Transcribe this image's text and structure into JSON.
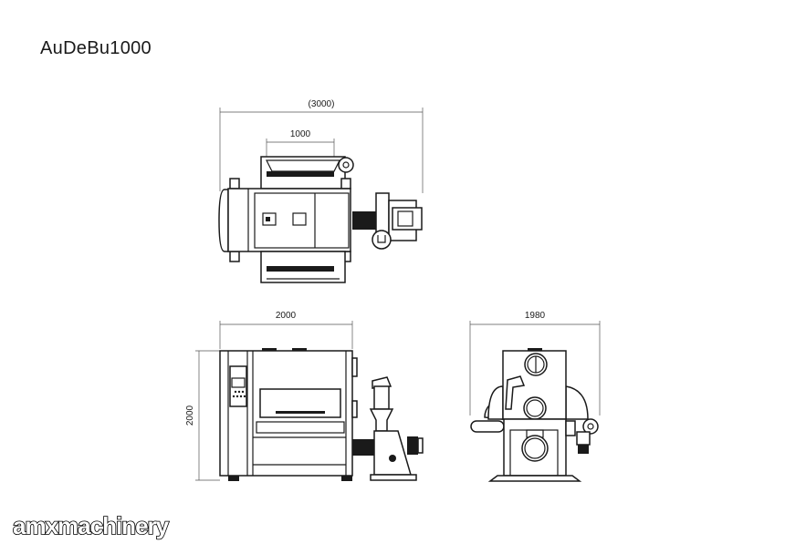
{
  "title": "AuDeBu1000",
  "brand": "amxmachinery",
  "dimensions": {
    "top_overall": "(3000)",
    "top_width": "1000",
    "front_width": "2000",
    "front_height": "2000",
    "side_width": "1980"
  }
}
